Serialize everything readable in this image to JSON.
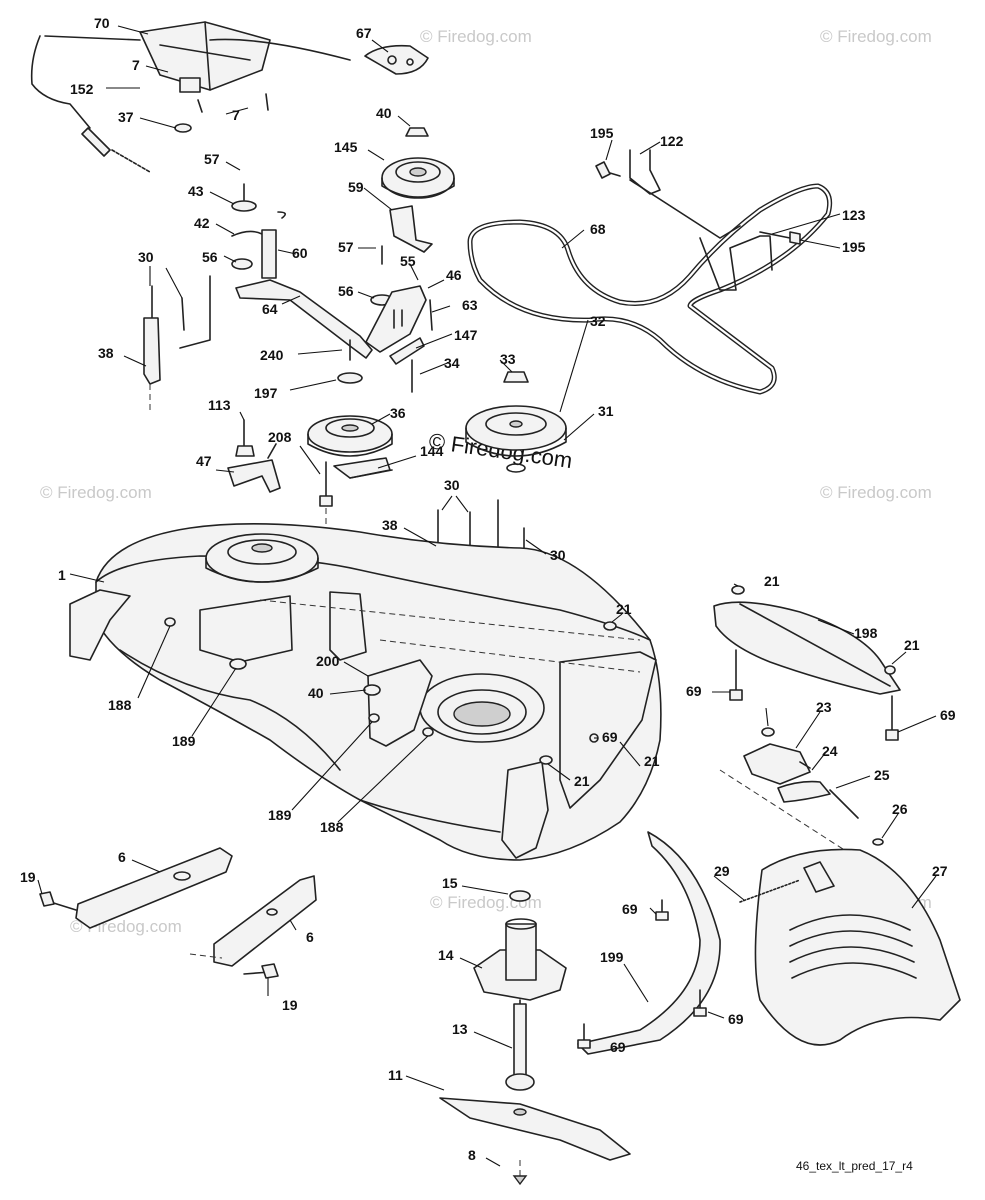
{
  "watermarks": {
    "corner": "© Firedog.com",
    "center": "© Firedog.com"
  },
  "drawing_code": "46_tex_lt_pred_17_r4",
  "callouts": [
    "70",
    "67",
    "7",
    "7",
    "152",
    "37",
    "40",
    "145",
    "57",
    "43",
    "42",
    "56",
    "59",
    "57",
    "56",
    "60",
    "64",
    "55",
    "46",
    "63",
    "147",
    "30",
    "38",
    "240",
    "34",
    "197",
    "36",
    "33",
    "32",
    "31",
    "195",
    "122",
    "68",
    "123",
    "195",
    "113",
    "47",
    "208",
    "144",
    "30",
    "38",
    "30",
    "1",
    "21",
    "198",
    "21",
    "69",
    "69",
    "21",
    "23",
    "24",
    "25",
    "26",
    "27",
    "200",
    "40",
    "188",
    "189",
    "189",
    "188",
    "69",
    "21",
    "21",
    "19",
    "6",
    "6",
    "19",
    "15",
    "14",
    "29",
    "69",
    "199",
    "69",
    "69",
    "13",
    "11",
    "8"
  ]
}
